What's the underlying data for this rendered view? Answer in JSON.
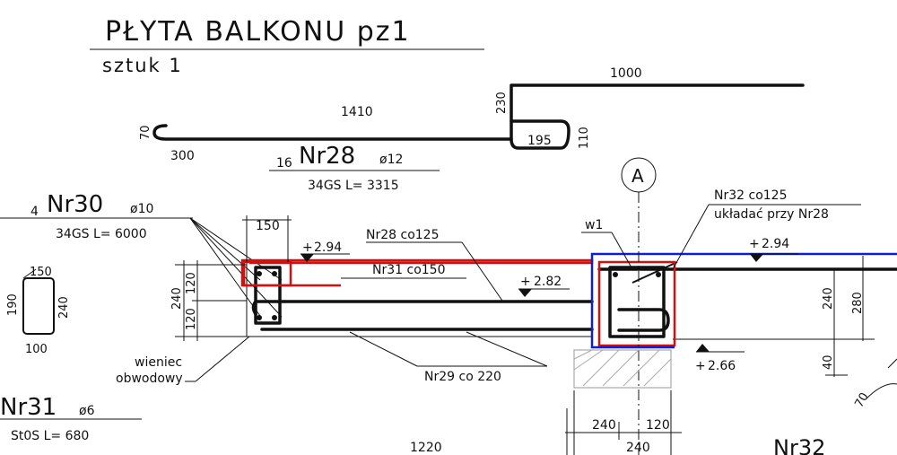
{
  "title": "PŁYTA BALKONU pz1",
  "subtitle": "sztuk 1",
  "nr28": {
    "count": "16",
    "name": "Nr28",
    "diameter": "ø12",
    "spec": "34GS L= 3315",
    "dims": {
      "hook": "70",
      "tail": "300",
      "main": "1410",
      "rise": "230",
      "top": "1000",
      "loop": "195",
      "loop_h": "110"
    }
  },
  "nr30": {
    "count": "4",
    "name": "Nr30",
    "diameter": "ø10",
    "spec": "34GS L= 6000"
  },
  "nr31": {
    "name": "Nr31",
    "diameter": "ø6",
    "spec": "St0S L= 680",
    "dims": {
      "top": "150",
      "left": "190",
      "right": "240",
      "bottom": "100"
    }
  },
  "section": {
    "axis": "A",
    "dims": {
      "w150": "150",
      "h240": "240",
      "h120a": "120",
      "h120b": "120",
      "h240r": "240",
      "h280": "280",
      "h40": "40",
      "b240": "240",
      "b120": "120",
      "b240b": "240",
      "b1220": "1220",
      "skew70": "70"
    },
    "levels": {
      "l294a": "2.94",
      "l294b": "2.94",
      "l282": "2.82",
      "l266": "2.66"
    },
    "labels": {
      "nr28co": "Nr28 co125",
      "nr31co": "Nr31 co150",
      "nr29co": "Nr29 co 220",
      "nr32co": "Nr32 co125",
      "ukladac": "układać przy Nr28",
      "w1": "w1",
      "wieniec": "wieniec",
      "obwodowy": "obwodowy",
      "nr32cut": "Nr32"
    }
  },
  "colors": {
    "highlight_red": "#d21010",
    "highlight_blue": "#1020c8"
  }
}
